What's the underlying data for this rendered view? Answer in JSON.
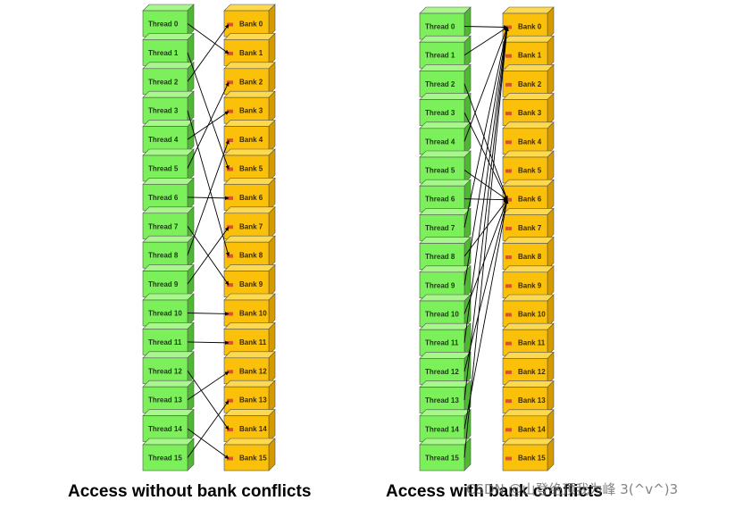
{
  "diagrams": [
    {
      "caption": "Access without bank conflicts",
      "threads": [
        "Thread 0",
        "Thread 1",
        "Thread 2",
        "Thread 3",
        "Thread 4",
        "Thread 5",
        "Thread 6",
        "Thread 7",
        "Thread 8",
        "Thread 9",
        "Thread 10",
        "Thread 11",
        "Thread 12",
        "Thread 13",
        "Thread 14",
        "Thread 15"
      ],
      "banks": [
        "Bank 0",
        "Bank 1",
        "Bank 2",
        "Bank 3",
        "Bank 4",
        "Bank 5",
        "Bank 6",
        "Bank 7",
        "Bank 8",
        "Bank 9",
        "Bank 10",
        "Bank 11",
        "Bank 12",
        "Bank 13",
        "Bank 14",
        "Bank 15"
      ],
      "mapping": [
        1,
        5,
        0,
        8,
        3,
        2,
        6,
        9,
        4,
        7,
        10,
        11,
        14,
        12,
        15,
        13
      ]
    },
    {
      "caption": "Access with bank conflicts",
      "threads": [
        "Thread 0",
        "Thread 1",
        "Thread 2",
        "Thread 3",
        "Thread 4",
        "Thread 5",
        "Thread 6",
        "Thread 7",
        "Thread 8",
        "Thread 9",
        "Thread 10",
        "Thread 11",
        "Thread 12",
        "Thread 13",
        "Thread 14",
        "Thread 15"
      ],
      "banks": [
        "Bank 0",
        "Bank 1",
        "Bank 2",
        "Bank 3",
        "Bank 4",
        "Bank 5",
        "Bank 6",
        "Bank 7",
        "Bank 8",
        "Bank 9",
        "Bank 10",
        "Bank 11",
        "Bank 12",
        "Bank 13",
        "Bank 14",
        "Bank 15"
      ],
      "mapping": [
        0,
        0,
        6,
        6,
        0,
        6,
        6,
        0,
        6,
        0,
        6,
        0,
        6,
        0,
        6,
        0
      ]
    }
  ],
  "colors": {
    "thread_fill": "#7cf05a",
    "thread_top": "#a8f78c",
    "thread_side": "#4fb832",
    "bank_fill": "#fbc10a",
    "bank_top": "#fdd94f",
    "bank_side": "#d49a00",
    "box_border": "#555555",
    "bank_marker": "#d9542a",
    "arrow": "#000000"
  },
  "watermark": "CSDN @山登绝顶我为峰 3(^v^)3"
}
